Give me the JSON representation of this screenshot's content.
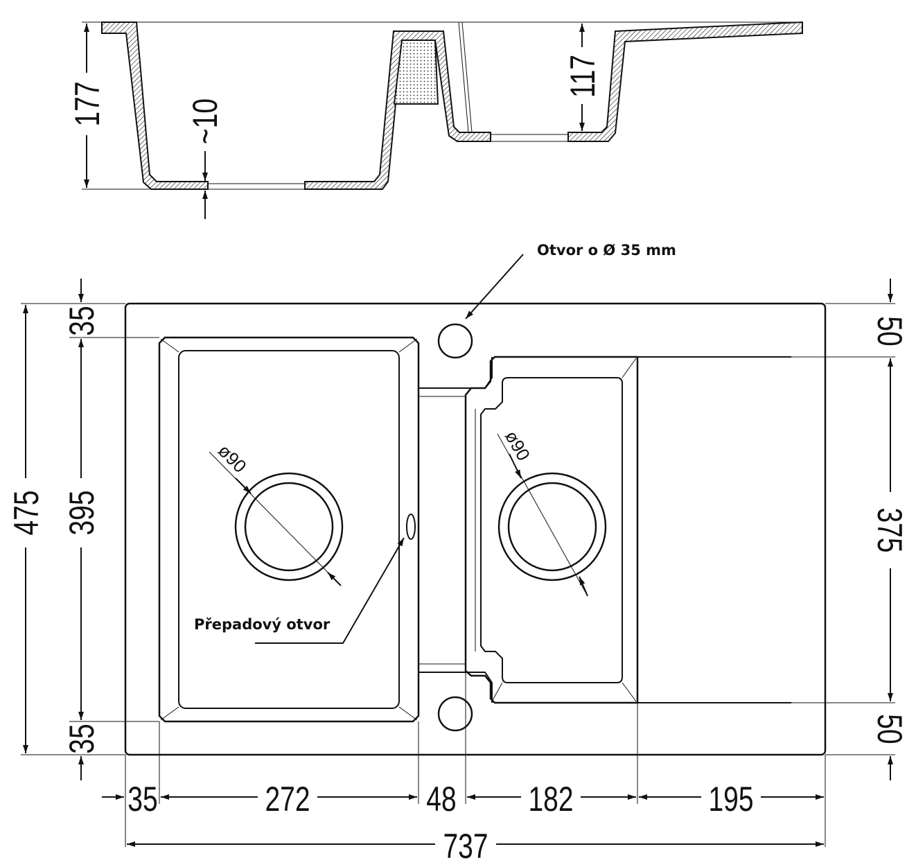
{
  "section": {
    "depth_left": "177",
    "bottom_thickness": "~10",
    "depth_right": "117"
  },
  "plan": {
    "tap_hole_label": "Otvor o Ø 35 mm",
    "overflow_label": "Přepadový otvor",
    "drain_left": "ø90",
    "drain_right": "ø90",
    "left_dims": {
      "top_margin": "35",
      "bowl_depth": "395",
      "bottom_margin": "35",
      "total_depth": "475"
    },
    "right_dims": {
      "top_margin": "50",
      "bowl_depth": "375",
      "bottom_margin": "50"
    },
    "bottom_dims": {
      "left_margin": "35",
      "left_bowl": "272",
      "divider": "48",
      "right_bowl": "182",
      "drainboard": "195",
      "total_width": "737"
    }
  }
}
